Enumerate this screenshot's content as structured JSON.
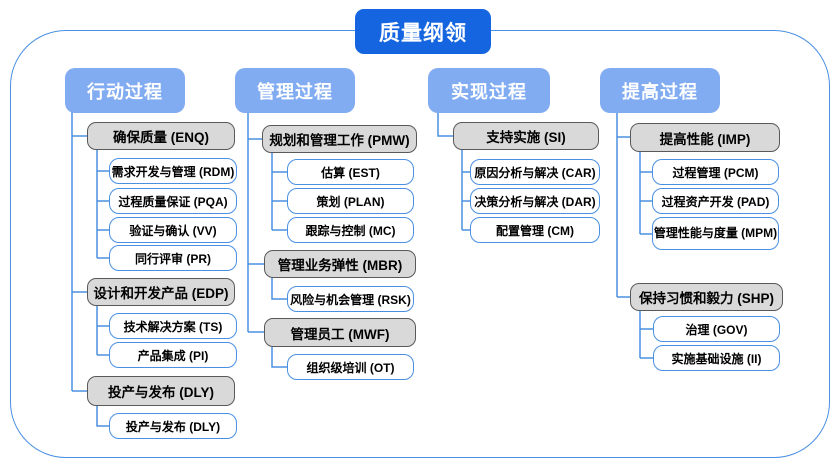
{
  "root_label": "质量纲领",
  "columns": [
    {
      "header": "行动过程",
      "groups": [
        {
          "label": "确保质量 (ENQ)",
          "children": [
            "需求开发与管理 (RDM)",
            "过程质量保证 (PQA)",
            "验证与确认 (VV)",
            "同行评审 (PR)"
          ]
        },
        {
          "label": "设计和开发产品 (EDP)",
          "children": [
            "技术解决方案 (TS)",
            "产品集成 (PI)"
          ]
        },
        {
          "label": "投产与发布 (DLY)",
          "children": [
            "投产与发布 (DLY)"
          ]
        }
      ]
    },
    {
      "header": "管理过程",
      "groups": [
        {
          "label": "规划和管理工作 (PMW)",
          "children": [
            "估算 (EST)",
            "策划 (PLAN)",
            "跟踪与控制 (MC)"
          ]
        },
        {
          "label": "管理业务弹性 (MBR)",
          "children": [
            "风险与机会管理 (RSK)"
          ]
        },
        {
          "label": "管理员工 (MWF)",
          "children": [
            "组织级培训 (OT)"
          ]
        }
      ]
    },
    {
      "header": "实现过程",
      "groups": [
        {
          "label": "支持实施 (SI)",
          "children": [
            "原因分析与解决 (CAR)",
            "决策分析与解决 (DAR)",
            "配置管理 (CM)"
          ]
        }
      ]
    },
    {
      "header": "提高过程",
      "groups": [
        {
          "label": "提高性能 (IMP)",
          "children": [
            "过程管理 (PCM)",
            "过程资产开发 (PAD)",
            "管理性能与度量 (MPM)"
          ]
        },
        {
          "label": "保持习惯和毅力 (SHP)",
          "children": [
            "治理 (GOV)",
            "实施基础设施 (II)"
          ]
        }
      ]
    }
  ],
  "colors": {
    "root_bg": "#1565e0",
    "header_bg": "#82acf2",
    "group_bg": "#d9d9d9",
    "group_border": "#595959",
    "leaf_border": "#4a90e2",
    "connector": "#4a90e2"
  }
}
